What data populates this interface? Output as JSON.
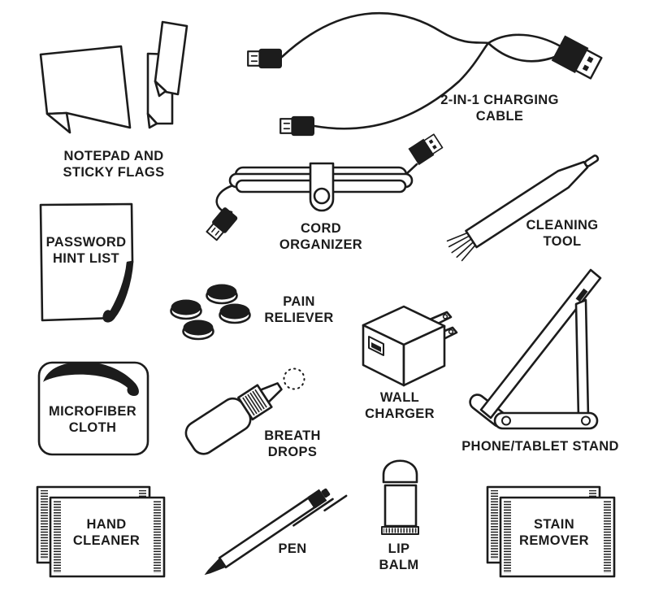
{
  "page": {
    "background": "#ffffff",
    "ink_color": "#1c1c1c",
    "description": "Line-art illustration sheet of tech/travel kit contents"
  },
  "items": [
    {
      "id": "notepad-sticky-flags",
      "illustration": "notepad-and-sticky-flags",
      "label_lines": [
        "NOTEPAD AND",
        "STICKY FLAGS"
      ]
    },
    {
      "id": "charging-cable",
      "illustration": "2-in-1-charging-cable",
      "label_lines": [
        "2-IN-1 CHARGING",
        "CABLE"
      ]
    },
    {
      "id": "cord-organizer",
      "illustration": "coiled-cable-with-strap",
      "label_lines": [
        "CORD",
        "ORGANIZER"
      ]
    },
    {
      "id": "cleaning-tool",
      "illustration": "brush-cleaning-tool",
      "label_lines": [
        "CLEANING",
        "TOOL"
      ]
    },
    {
      "id": "password-hint-list",
      "illustration": "paper-sheet-with-folded-corner",
      "label_lines": [
        "PASSWORD",
        "HINT LIST"
      ]
    },
    {
      "id": "pain-reliever",
      "illustration": "four-tablets",
      "label_lines": [
        "PAIN",
        "RELIEVER"
      ]
    },
    {
      "id": "wall-charger",
      "illustration": "usb-wall-charger-cube",
      "label_lines": [
        "WALL",
        "CHARGER"
      ]
    },
    {
      "id": "phone-tablet-stand",
      "illustration": "folding-stand",
      "label_lines": [
        "PHONE/TABLET STAND"
      ]
    },
    {
      "id": "microfiber-cloth",
      "illustration": "cloth-with-curled-fold",
      "label_lines": [
        "MICROFIBER",
        "CLOTH"
      ]
    },
    {
      "id": "breath-drops",
      "illustration": "dropper-bottle-with-scent-swirl",
      "label_lines": [
        "BREATH",
        "DROPS"
      ]
    },
    {
      "id": "hand-cleaner",
      "illustration": "two-wipe-packets",
      "label_lines": [
        "HAND",
        "CLEANER"
      ]
    },
    {
      "id": "pen",
      "illustration": "click-pen",
      "label_lines": [
        "PEN"
      ]
    },
    {
      "id": "lip-balm",
      "illustration": "lip-balm-tube",
      "label_lines": [
        "LIP",
        "BALM"
      ]
    },
    {
      "id": "stain-remover",
      "illustration": "two-wipe-packets",
      "label_lines": [
        "STAIN",
        "REMOVER"
      ]
    }
  ]
}
